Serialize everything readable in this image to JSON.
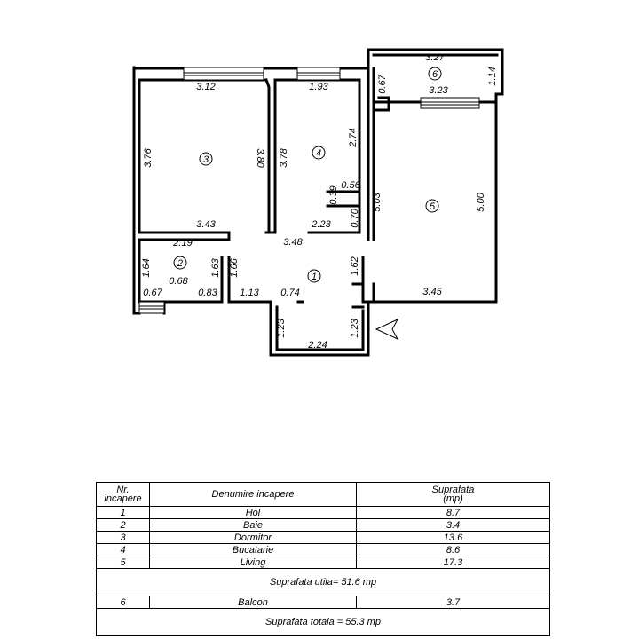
{
  "plan": {
    "room_numbers": [
      "1",
      "2",
      "3",
      "4",
      "5",
      "6"
    ],
    "dimensions": {
      "r3_top": "3.12",
      "r3_left": "3.76",
      "r3_right": "3.80",
      "r3_bottom": "3.43",
      "r4_top": "1.93",
      "r4_left": "3.78",
      "r4_right": "2.74",
      "r4_niche_w": "0.56",
      "r4_niche_h": "0.39",
      "r4_bottom": "2.23",
      "r4_gap": "0.70",
      "r5_left": "5.03",
      "r5_right": "5.00",
      "r5_bottom": "3.45",
      "r6_top": "3.27",
      "r6_inner": "3.23",
      "r6_right": "1.14",
      "r6_left": "0.67",
      "r2_top": "2.19",
      "r2_left": "1.64",
      "r2_right": "1.63",
      "r2_a": "0.68",
      "r2_b": "0.83",
      "r2_c": "0.67",
      "hall_top": "3.48",
      "hall_a": "1.66",
      "hall_b": "1.13",
      "hall_c": "0.74",
      "hall_d": "1.62",
      "hall_l": "1.23",
      "hall_r": "1.23",
      "hall_bottom": "2.24"
    }
  },
  "table": {
    "headers": {
      "nr": [
        "Nr.",
        "incapere"
      ],
      "name": "Denumire incapere",
      "area": [
        "Suprafata",
        "(mp)"
      ]
    },
    "rooms": [
      {
        "nr": "1",
        "name": "Hol",
        "area": "8.7"
      },
      {
        "nr": "2",
        "name": "Baie",
        "area": "3.4"
      },
      {
        "nr": "3",
        "name": "Dormitor",
        "area": "13.6"
      },
      {
        "nr": "4",
        "name": "Bucatarie",
        "area": "8.6"
      },
      {
        "nr": "5",
        "name": "Living",
        "area": "17.3"
      }
    ],
    "useful_area": "Suprafata utila= 51.6 mp",
    "balcony": {
      "nr": "6",
      "name": "Balcon",
      "area": "3.7"
    },
    "total_area": "Suprafata totala = 55.3 mp"
  }
}
